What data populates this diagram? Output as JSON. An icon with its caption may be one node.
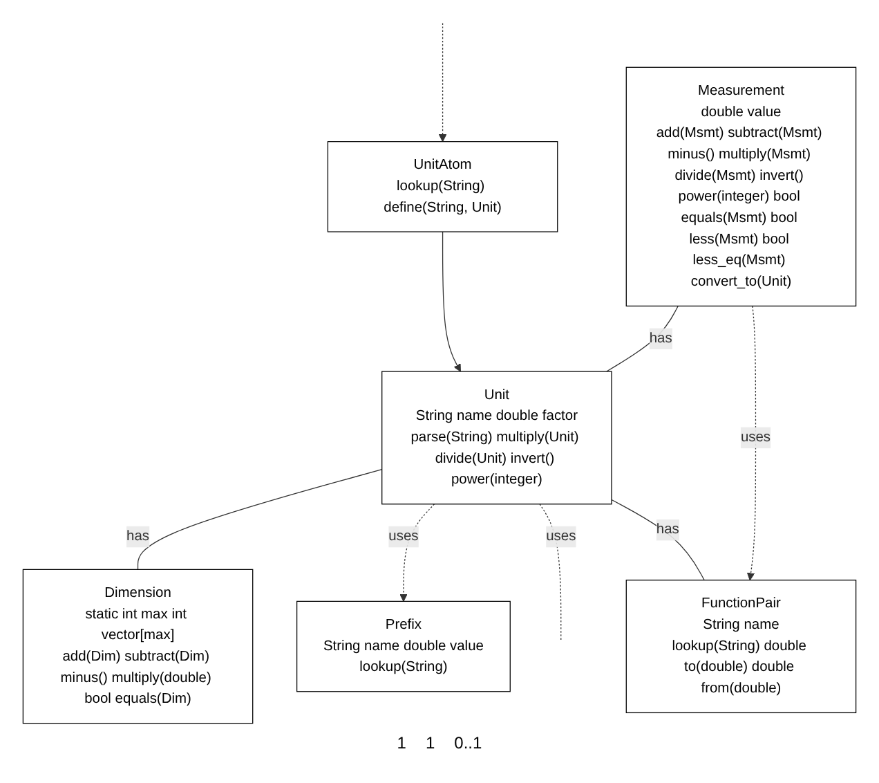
{
  "diagram": {
    "nodes": [
      {
        "text": [
          "Dimension",
          "static int max int vector[max]",
          "add(Dim) subtract(Dim) minus() multiply(double) bool equals(Dim)"
        ]
      },
      {
        "text": [
          "Measurement",
          "double value",
          "add(Msmt) subtract(Msmt) minus() multiply(Msmt) divide(Msmt) invert() power(integer) bool equals(Msmt) bool less(Msmt) bool less_eq(Msmt) convert_to(Unit)"
        ]
      },
      {
        "text": [
          "Unit",
          "String name double factor",
          "parse(String) multiply(Unit) divide(Unit) invert() power(integer)"
        ]
      },
      {
        "text": [
          "Prefix",
          "String name double value",
          "lookup(String)"
        ]
      },
      {
        "text": [
          "FunctionPair",
          "String name",
          "lookup(String) double to(double) double from(double)"
        ]
      },
      {
        "text": [
          "UnitAtom",
          "lookup(String) define(String, Unit)"
        ]
      }
    ],
    "edges": [
      {
        "from": 2,
        "to": 0,
        "arrow": "none",
        "label": "has"
      },
      {
        "from": 1,
        "to": 2,
        "arrow": "none",
        "label": "has"
      },
      {
        "from": 2,
        "to": 3,
        "arrow": "to",
        "label": "uses",
        "style": "dashed"
      },
      {
        "from": 2,
        "to": null,
        "arrow": "none",
        "label": "uses",
        "style": "dashed"
      },
      {
        "from": null,
        "to": 5,
        "arrow": "to",
        "style": "dashed"
      },
      {
        "from": 1,
        "to": 4,
        "arrow": "to",
        "label": "uses",
        "style": "dashed"
      },
      {
        "from": 2,
        "to": 4,
        "arrow": "none",
        "label": "has"
      },
      {
        "from": 5,
        "to": 2,
        "arrow": "to"
      }
    ],
    "labels": [
      "1",
      "1",
      "0..1"
    ]
  }
}
